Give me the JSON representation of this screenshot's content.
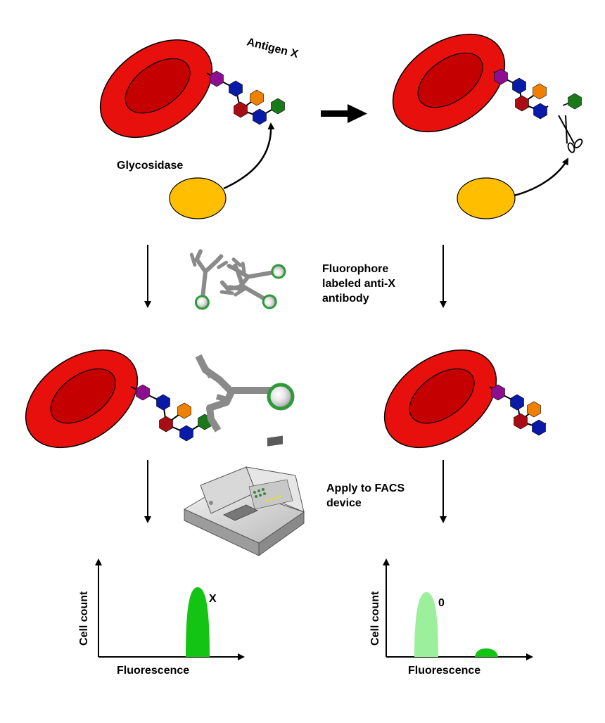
{
  "labels": {
    "antigen": "Antigen X",
    "enzyme": "Glycosidase",
    "antibody_line1": "Fluorophore",
    "antibody_line2": "labeled anti-X",
    "antibody_line3": "antibody",
    "facs_line1": "Apply to FACS",
    "facs_line2": "device"
  },
  "plots": {
    "left": {
      "ylabel": "Cell count",
      "xlabel": "Fluorescence",
      "peak_label": "X"
    },
    "right": {
      "ylabel": "Cell count",
      "xlabel": "Fluorescence",
      "peak_label": "0"
    }
  },
  "colors": {
    "cell": "#e8100c",
    "cell_inner": "#c40000",
    "enzyme": "#ffbf00",
    "sugar_purple": "#8b0f8f",
    "sugar_blue": "#0a1aa8",
    "sugar_orange": "#f08000",
    "sugar_darkred": "#a80c14",
    "sugar_green": "#1a7a1a",
    "antibody": "#8a8a8a",
    "fluor": "#2e9a3a",
    "peak_bright": "#14c414",
    "peak_pale": "#9cf09c"
  },
  "icons": [
    "scissors-icon",
    "facs-machine-icon"
  ]
}
